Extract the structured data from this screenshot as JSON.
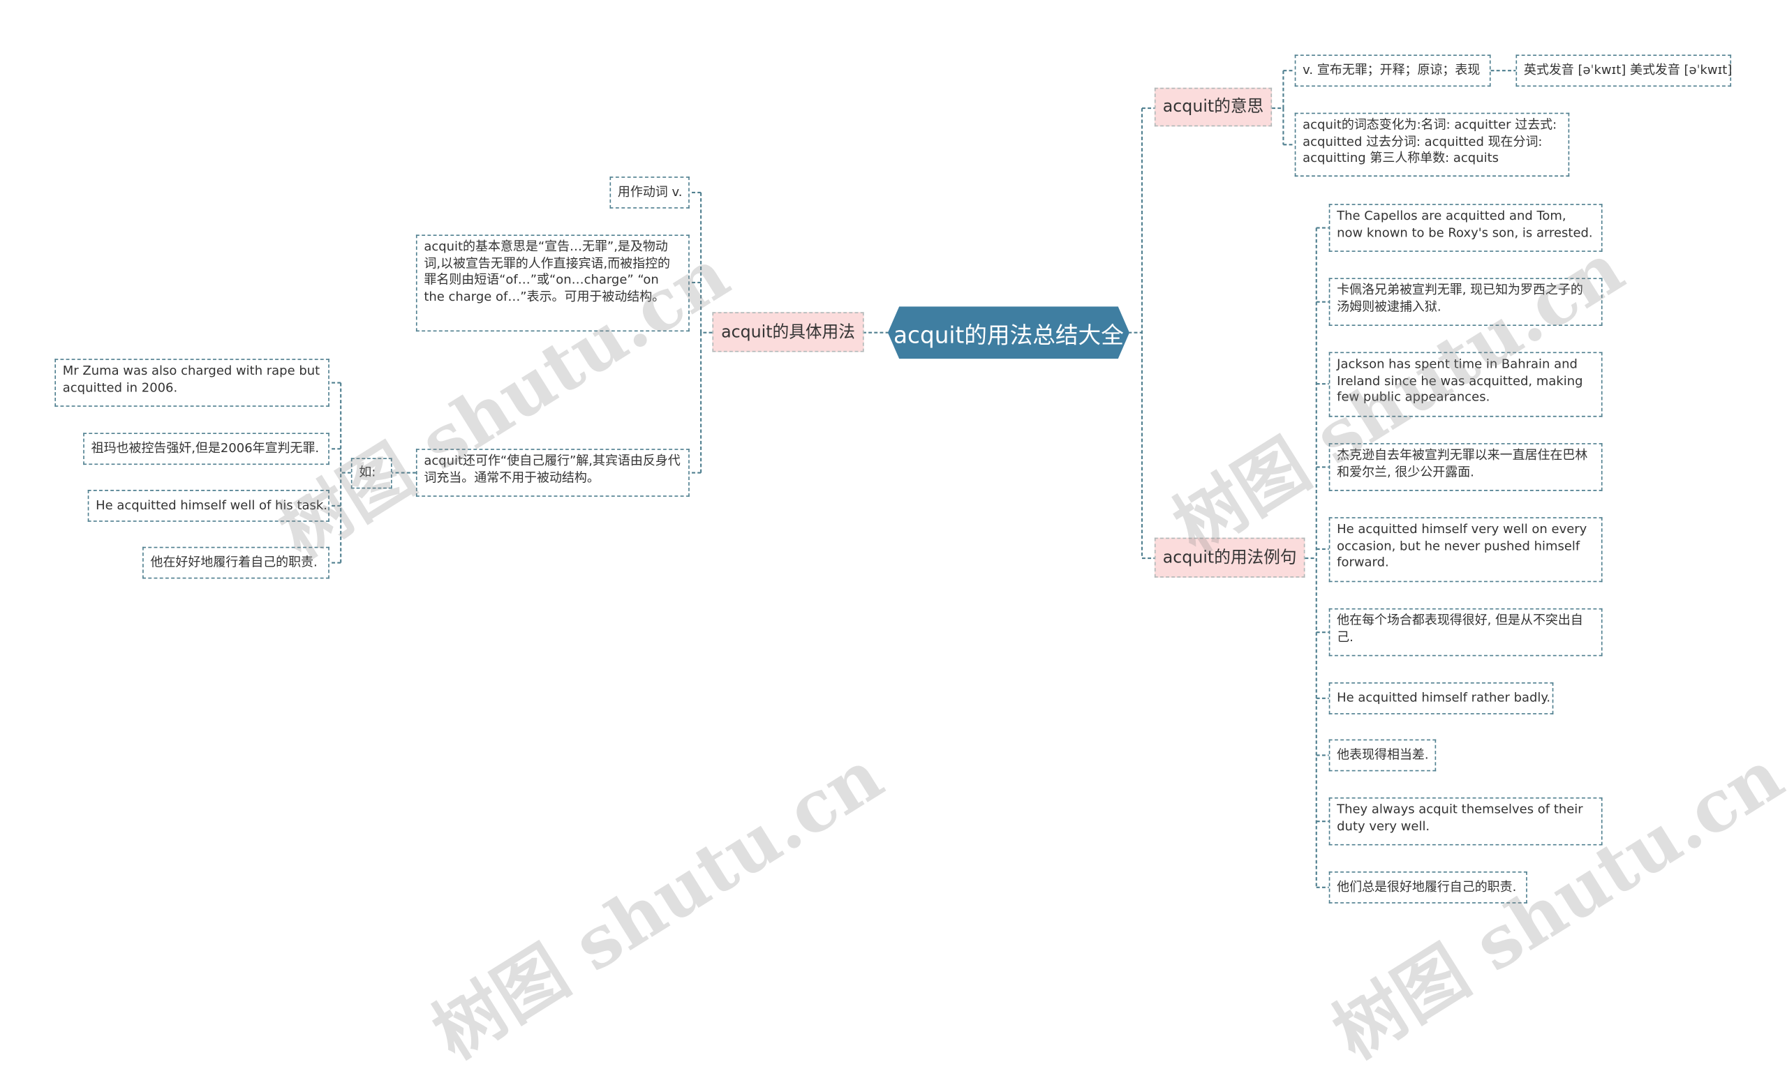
{
  "root": {
    "label": "acquit的用法总结大全"
  },
  "colors": {
    "root_fill": "#3f7ea1",
    "branch_fill": "#fbdcdc",
    "line": "#4f7f8f"
  },
  "meaning": {
    "label": "acquit的意思",
    "definition": "v. 宣布无罪；开释；原谅；表现",
    "pronunciation": "英式发音 [əˈkwɪt] 美式发音 [əˈkwɪt]",
    "forms": "acquit的词态变化为:名词: acquitter 过去式: acquitted 过去分词: acquitted 现在分词: acquitting 第三人称单数: acquits"
  },
  "usage": {
    "label": "acquit的具体用法",
    "pos": "用作动词 v.",
    "basic": "acquit的基本意思是“宣告…无罪”,是及物动词,以被宣告无罪的人作直接宾语,而被指控的罪名则由短语“of…”或“on…charge” “on the charge of…”表示。可用于被动结构。",
    "reflexive": "acquit还可作“使自己履行”解,其宾语由反身代词充当。通常不用于被动结构。",
    "eg_label": "如:",
    "examples": [
      "Mr Zuma was also charged with rape but acquitted in 2006.",
      "祖玛也被控告强奸,但是2006年宣判无罪.",
      "He acquitted himself well of his task.",
      "他在好好地履行着自己的职责."
    ]
  },
  "examples": {
    "label": "acquit的用法例句",
    "items": [
      "The Capellos are acquitted and Tom, now known to be Roxy's son, is arrested.",
      "卡佩洛兄弟被宣判无罪, 现已知为罗西之子的汤姆则被逮捕入狱.",
      "Jackson has spent time in Bahrain and Ireland since he was acquitted, making few public appearances.",
      "杰克逊自去年被宣判无罪以来一直居住在巴林和爱尔兰, 很少公开露面.",
      "He acquitted himself very well on every occasion, but he never pushed himself forward.",
      "他在每个场合都表现得很好, 但是从不突出自己.",
      "He acquitted himself rather badly.",
      "他表现得相当差.",
      "They always acquit themselves of their duty very well.",
      "他们总是很好地履行自己的职责."
    ]
  },
  "watermark": {
    "text": "树图 shutu.cn"
  }
}
